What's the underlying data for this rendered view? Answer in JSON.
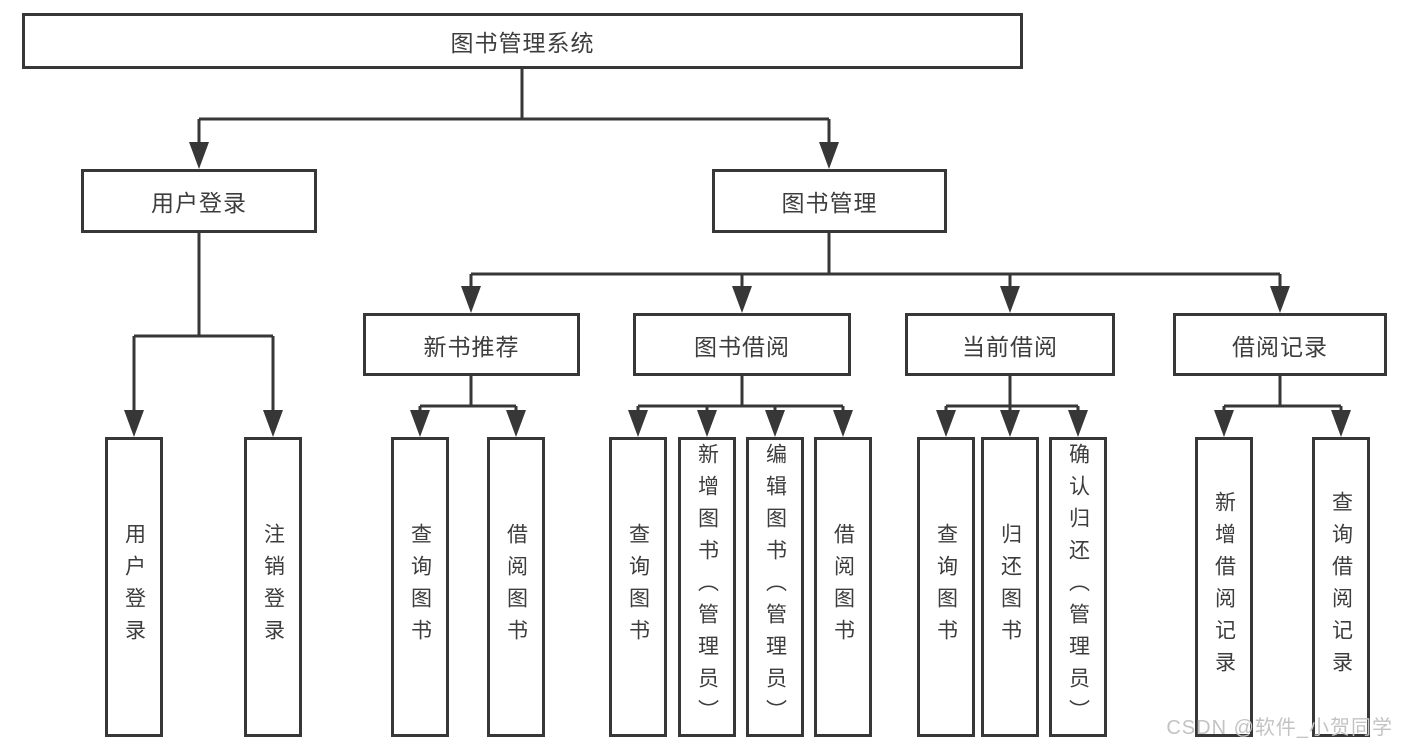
{
  "diagram": {
    "root": {
      "label": "图书管理系统"
    },
    "level2": [
      {
        "label": "用户登录",
        "children": [
          "用户登录",
          "注销登录"
        ]
      },
      {
        "label": "图书管理"
      }
    ],
    "level3": [
      {
        "label": "新书推荐",
        "children": [
          "查询图书",
          "借阅图书"
        ]
      },
      {
        "label": "图书借阅",
        "children": [
          "查询图书",
          "新增图书（管理员）",
          "编辑图书（管理员）",
          "借阅图书"
        ]
      },
      {
        "label": "当前借阅",
        "children": [
          "查询图书",
          "归还图书",
          "确认归还（管理员）"
        ]
      },
      {
        "label": "借阅记录",
        "children": [
          "新增借阅记录",
          "查询借阅记录"
        ]
      }
    ],
    "watermark": "CSDN @软件_小贺同学",
    "colors": {
      "line": "#373737",
      "box_border": "#373737",
      "text": "#3d3d3d",
      "watermark": "#c3c3c3",
      "background": "#ffffff"
    }
  }
}
